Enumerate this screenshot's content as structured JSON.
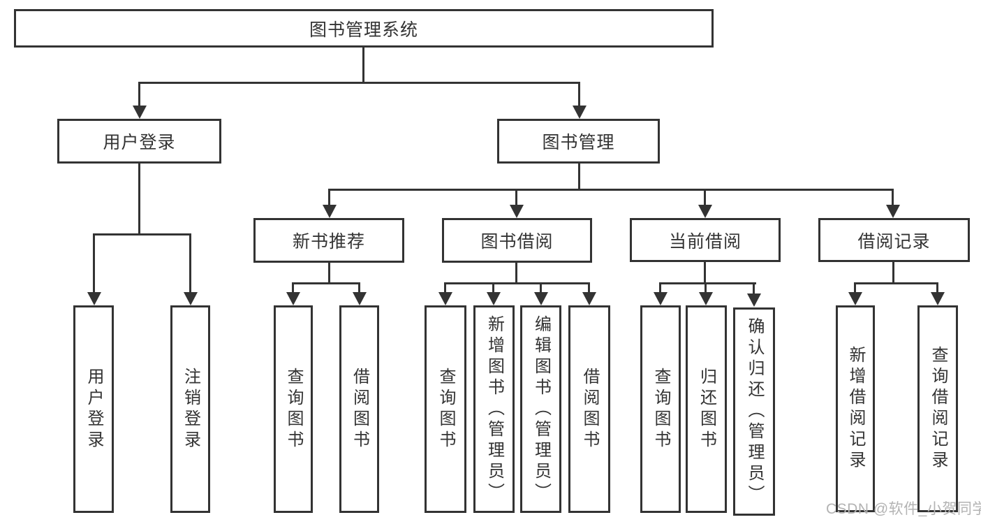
{
  "diagram": {
    "root": "图书管理系统",
    "level2": {
      "login": "用户登录",
      "books": "图书管理"
    },
    "level3": {
      "newbook": "新书推荐",
      "borrow": "图书借阅",
      "current": "当前借阅",
      "records": "借阅记录"
    },
    "leaves": {
      "login": [
        "用户登录",
        "注销登录"
      ],
      "newbook": [
        "查询图书",
        "借阅图书"
      ],
      "borrow": [
        "查询图书",
        "新增图书（管理员）",
        "编辑图书（管理员）",
        "借阅图书"
      ],
      "current": [
        "查询图书",
        "归还图书",
        "确认归还（管理员）"
      ],
      "records": [
        "新增借阅记录",
        "查询借阅记录"
      ]
    }
  },
  "watermark": "CSDN @软件_小贺同学",
  "colors": {
    "line": "#333333",
    "text": "#333333",
    "background": "#ffffff",
    "watermark": "#b3b3b3"
  }
}
